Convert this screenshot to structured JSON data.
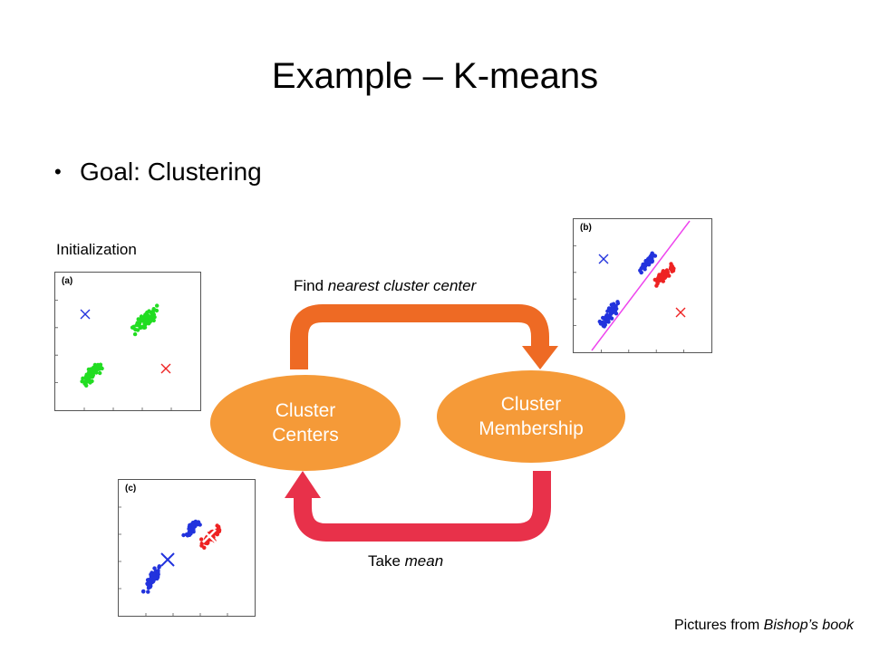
{
  "slide": {
    "title": "Example – K-means",
    "bullet": "Goal: Clustering",
    "init_label": "Initialization",
    "find_label_plain": "Find ",
    "find_label_italic": "nearest cluster center",
    "mean_label_plain": "Take ",
    "mean_label_italic": "mean",
    "credit_plain": "Pictures from ",
    "credit_italic": "Bishop’s book"
  },
  "nodes": {
    "centers_line1": "Cluster",
    "centers_line2": "Centers",
    "membership_line1": "Cluster",
    "membership_line2": "Membership"
  },
  "plots": {
    "a_tag": "(a)",
    "b_tag": "(b)",
    "c_tag": "(c)"
  },
  "colors": {
    "node_fill": "#f59a38",
    "arrow_top": "#ee6a24",
    "arrow_bottom": "#e8314a",
    "green_points": "#22dd22",
    "blue_points": "#2233dd",
    "red_points": "#ee2222",
    "divider_line": "#ee44ee"
  }
}
